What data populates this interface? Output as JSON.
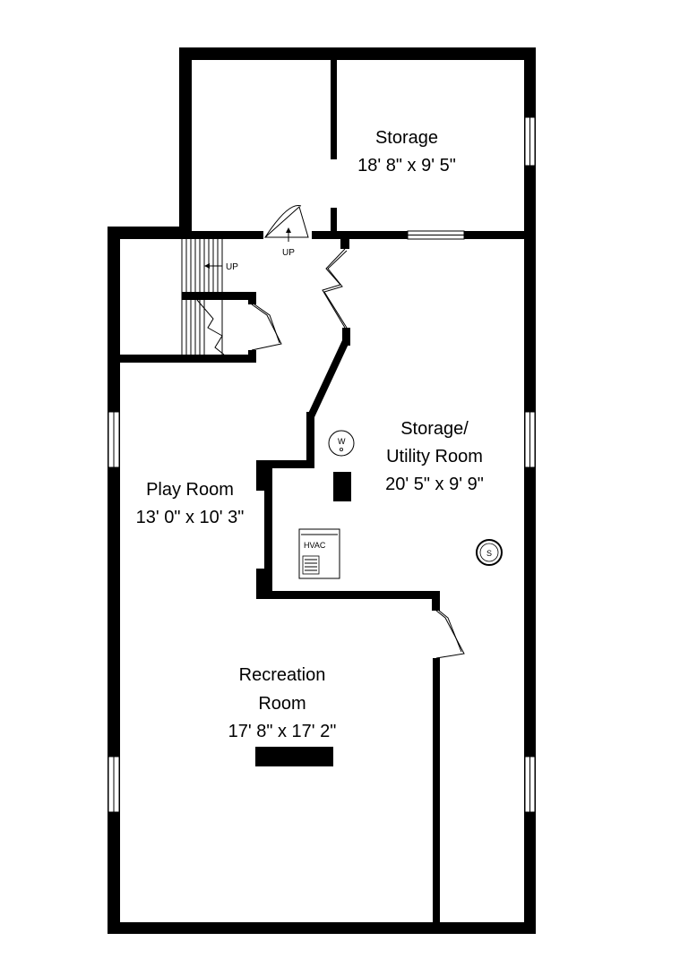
{
  "floorplan": {
    "rooms": [
      {
        "name": "Storage",
        "dimensions": "18' 8\" x 9' 5\""
      },
      {
        "name_line1": "Storage/",
        "name_line2": "Utility Room",
        "dimensions": "20' 5\" x 9' 9\""
      },
      {
        "name": "Play Room",
        "dimensions": "13' 0\" x 10' 3\""
      },
      {
        "name_line1": "Recreation",
        "name_line2": "Room",
        "dimensions": "17' 8\" x 17' 2\""
      }
    ],
    "stairs": {
      "label_stair": "UP",
      "label_door": "UP"
    },
    "fixtures": {
      "water_heater": "W",
      "hvac": "HVAC",
      "sump": "S"
    }
  },
  "colors": {
    "wall": "#000000",
    "background": "#ffffff"
  }
}
